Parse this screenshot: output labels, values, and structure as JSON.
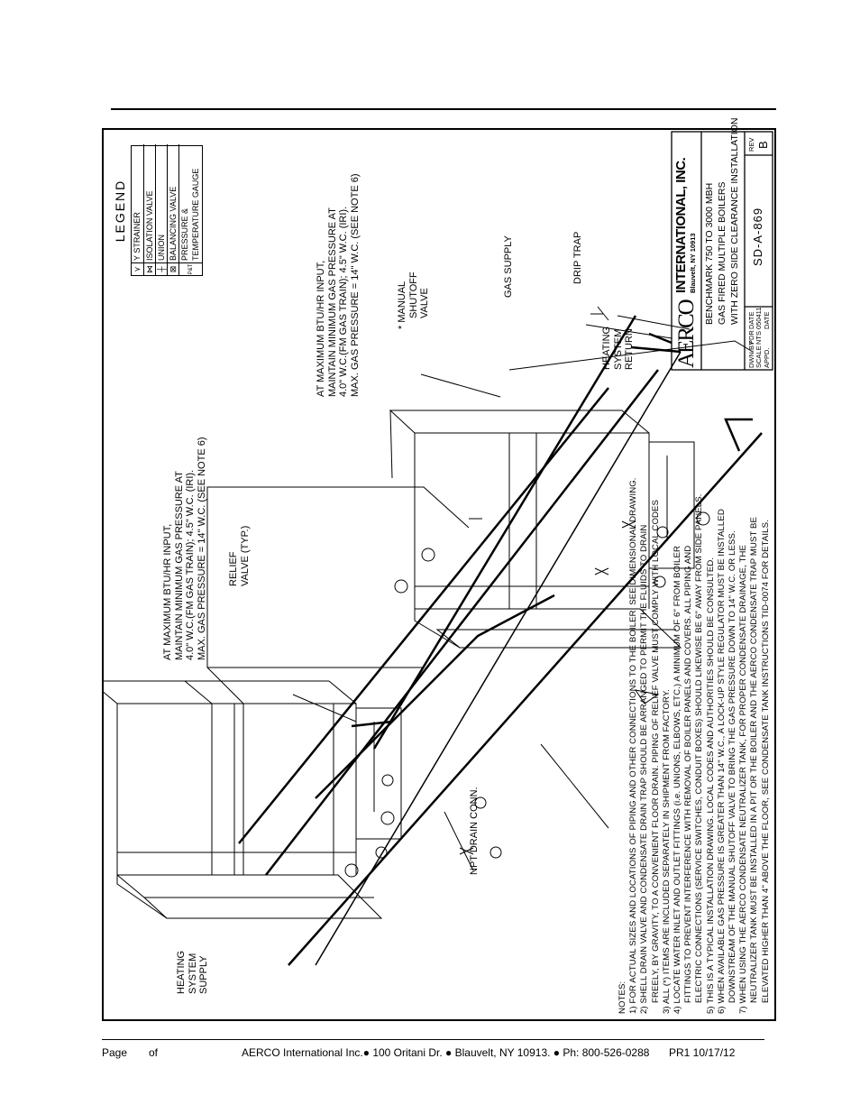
{
  "footer": {
    "page_label": "Page",
    "of_label": "of",
    "address": "AERCO International Inc.● 100 Oritani Dr. ● Blauvelt, NY 10913. ● Ph: 800-526-0288",
    "revision": "PR1 10/17/12"
  },
  "legend": {
    "title": "LEGEND",
    "items": [
      {
        "symbol": "strainer-icon",
        "label": "Y STRAINER"
      },
      {
        "symbol": "isolation-valve-icon",
        "label": "ISOLATION VALVE"
      },
      {
        "symbol": "union-icon",
        "label": "UNION"
      },
      {
        "symbol": "balancing-valve-icon",
        "label": "BALANCING VALVE"
      },
      {
        "symbol": "pt-gauge-icon",
        "label": "PRESSURE &"
      },
      {
        "symbol": "",
        "label": "TEMPERATURE GAUGE"
      }
    ],
    "pt_symbol_text": "P&T"
  },
  "labels": {
    "heating_supply": [
      "HEATING",
      "SYSTEM",
      "SUPPLY"
    ],
    "heating_return": [
      "HEATING",
      "SYSTEM",
      "RETURN"
    ],
    "npt_drain": "NPT DRAIN CONN.",
    "relief_valve": [
      "RELIEF",
      "VALVE (TYP.)"
    ],
    "gas_note_left": [
      "AT MAXIMUM BTU/HR INPUT,",
      "MAINTAIN MINIMUM GAS PRESSURE AT",
      "4.0\" W.C.(FM GAS TRAIN); 4.5\" W.C. (IRI).",
      "MAX. GAS PRESSURE = 14\" W.C. (SEE NOTE 6)"
    ],
    "gas_note_right": [
      "AT MAXIMUM BTU/HR INPUT,",
      "MAINTAIN MINIMUM GAS PRESSURE AT",
      "4.0\" W.C.(FM GAS TRAIN); 4.5\" W.C. (IRI).",
      "MAX. GAS PRESSURE = 14\" W.C. (SEE NOTE 6)"
    ],
    "manual_shutoff": [
      "* MANUAL",
      "SHUTOFF",
      "VALVE"
    ],
    "gas_supply": "GAS SUPPLY",
    "drip_trap": "DRIP TRAP"
  },
  "notes": [
    "NOTES:",
    "1) FOR ACTUAL SIZES AND LOCATIONS OF PIPING AND OTHER CONNECTIONS TO THE BOILER, SEE DIMENSIONAL DRAWING.",
    "2) SHELL DRAIN VALVE AND CONDENSATE DRAIN TRAP SHOULD BE ARRANGED TO PERMIT THE FLUIDS TO DRAIN",
    "FREELY, BY GRAVITY, TO A CONVENIENT FLOOR DRAIN.  PIPING OF RELIEF VALVE MUST COMPLY WITH LOCAL CODES",
    "3) ALL (*) ITEMS ARE INCLUDED SEPARATELY IN SHIPMENT FROM FACTORY.",
    "4) LOCATE WATER INLET AND OUTLET FITTINGS (i.e. UNIONS, ELBOWS, ETC.) A MINIMUM OF 6\" FROM BOILER",
    "FITTINGS TO PREVENT INTERFERENCE WITH REMOVAL OF BOILER PANELS AND COVERS.  ALL PIPING AND",
    "ELECTRIC CONNECTIONS (SERVICE SWITCHES, CONDUIT BOXES) SHOULD LIKEWISE BE 6\" AWAY FROM SIDE PANELS.",
    "5) THIS IS A TYPICAL INSTALLATION DRAWING.  LOCAL CODES AND AUTHORITIES SHOULD BE CONSULTED.",
    "6) WHEN AVAILABLE GAS PRESSURE IS GREATER THAN 14\" W.C., A LOCK-UP STYLE REGULATOR MUST BE INSTALLED",
    "DOWNSTREAM OF THE MANUAL SHUTOFF VALVE TO BRING THE GAS PRESSURE DOWN TO 14\" W.C. OR LESS.",
    "7) WHEN USING THE AERCO CONDENSATE NEUTRALIZER TANK, FOR PROPER CONDENSATE DRAINAGE, THE",
    "NEUTRALIZER TANK MUST BE INSTALLED IN A PIT OR THE BOILER AND THE AERCO CONDENSATE TRAP MUST BE",
    "ELEVATED HIGHER THAN 4\" ABOVE THE FLOOR, SEE CONDENSATE TANK INSTRUCTIONS TID-0074 FOR DETAILS."
  ],
  "title_block": {
    "logo_text": "AERCO",
    "company": "INTERNATIONAL, INC.",
    "company_address": "Blauvelt, NY 10913",
    "title_lines": [
      "BENCHMARK 750 TO 3000 MBH",
      "GAS FIRED MULTIPLE BOILERS",
      "WITH ZERO SIDE CLEARANCE INSTALLATION"
    ],
    "drawn_by_label": "DWN.BY",
    "drawn_by": "PDR",
    "date_label": "DATE",
    "date": "050411",
    "scale_label": "SCALE",
    "scale": "NTS",
    "appd_label": "APPD.",
    "appd_date_label": "DATE",
    "drawing_number": "SD-A-869",
    "rev_label": "REV",
    "rev": "B"
  }
}
